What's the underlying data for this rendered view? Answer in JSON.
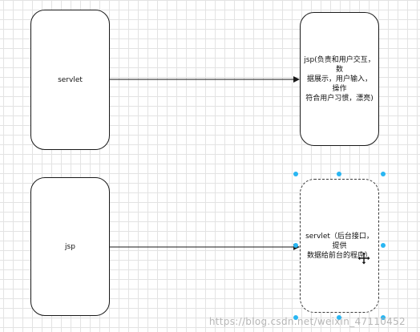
{
  "diagram": {
    "nodes": {
      "servlet_top": {
        "label": "servlet"
      },
      "jsp_top": {
        "label": "jsp(负责和用户交互，数\n据展示，用户输入，操作\n符合用户习惯，漂亮)"
      },
      "jsp_bottom": {
        "label": "jsp"
      },
      "servlet_bottom": {
        "label": "servlet（后台接口，提供\n数据给前台的程序）",
        "selected": true
      }
    },
    "edges": [
      {
        "from": "servlet_top",
        "to": "jsp_top",
        "arrow": "end"
      },
      {
        "from": "jsp_bottom",
        "to": "servlet_bottom",
        "arrow": "end"
      }
    ],
    "colors": {
      "selection": "#29b6f2",
      "stroke": "#1a1a1a",
      "grid": "#e3e3e3"
    }
  },
  "watermark": "https://blog.csdn.net/weixin_47110452"
}
